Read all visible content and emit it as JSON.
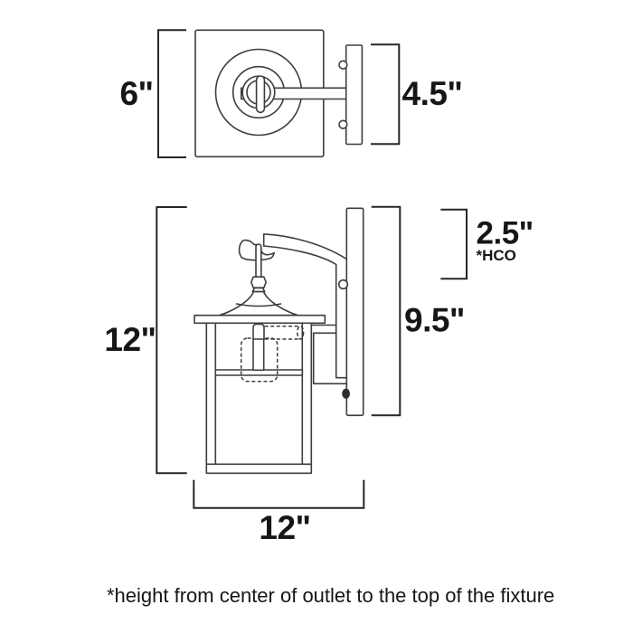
{
  "title": "Wall sconce fixture dimension diagram",
  "colors": {
    "background": "#ffffff",
    "line": "#3d3d3d",
    "bracket": "#262626",
    "text": "#161616"
  },
  "views": {
    "top_view": {
      "name": "top view of square wall sconce",
      "width_label": "6\"",
      "extension_label": "4.5\""
    },
    "side_view": {
      "name": "side view of lantern wall sconce",
      "height_label": "12\"",
      "backplate_height_label": "9.5\"",
      "outlet_offset_label": "2.5\"",
      "outlet_offset_note": "*HCO",
      "depth_label": "12\""
    }
  },
  "footnote": "*height from center of outlet to the top of the fixture"
}
